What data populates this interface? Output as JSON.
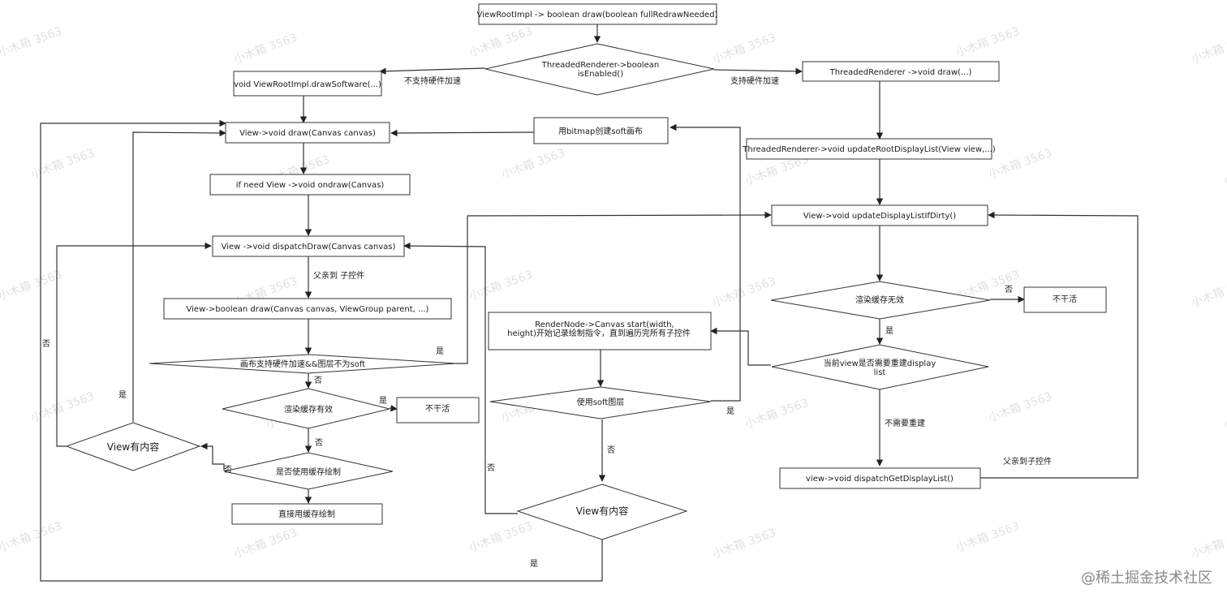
{
  "nodes": {
    "root_draw": "ViewRootImpl -> boolean draw(boolean fullRedrawNeeded)",
    "threaded_enabled": [
      "ThreadedRenderer->boolean",
      "isEnabled()"
    ],
    "draw_software": "void ViewRootImpl.drawSoftware(...)",
    "threaded_draw": "ThreadedRenderer ->void draw(...)",
    "view_draw": "View->void draw(Canvas canvas)",
    "bitmap_canvas": "用bitmap创建soft画布",
    "update_root_dl": "ThreadedRenderer->void updateRootDisplayList(View view,...)",
    "on_draw": "if need View ->void ondraw(Canvas)",
    "update_dl_dirty": "View->void updateDisplayListIfDirty()",
    "dispatch_draw": "View ->void dispatchDraw(Canvas canvas)",
    "child_draw": "View->boolean draw(Canvas canvas, ViewGroup parent, ...)",
    "hw_accel_check": "画布支持硬件加速&&图层不为soft",
    "render_cache_invalid": "渲染缓存无效",
    "do_nothing_right": "不干活",
    "rendernode_start": [
      "RenderNode->Canvas start(width,",
      "height)开始记录绘制指令，直到遍历完所有子控件"
    ],
    "need_rebuild": [
      "当前view是否需要重建display",
      "list"
    ],
    "use_soft_layer": "使用soft图层",
    "render_cache_valid": "渲染缓存有效",
    "do_nothing_left": "不干活",
    "view_has_content_left": "View有内容",
    "use_cache_draw": "是否使用缓存绘制",
    "dispatch_get_dl": "view->void  dispatchGetDisplayList()",
    "direct_cache_draw": "直接用缓存绘制",
    "view_has_content_mid": "View有内容"
  },
  "edge_labels": {
    "no_hw_accel": "不支持硬件加速",
    "hw_accel": "支持硬件加速",
    "parent_to_child_1": "父亲到 子控件",
    "yes_hw_right": "是",
    "no_hw_below": "否",
    "yes_cache_valid": "是",
    "no_cache_valid": "否",
    "no_use_cache": "否",
    "yes_content_left": "是",
    "no_content_left": "否",
    "no_cache_invalid": "否",
    "yes_cache_invalid": "是",
    "yes_soft_layer": "是",
    "no_soft_layer": "否",
    "no_content_mid": "否",
    "yes_content_mid": "是",
    "no_need_rebuild": "不需要重建",
    "parent_to_child_2": "父亲到子控件"
  },
  "watermark": "小木箱 3563",
  "credit": "@稀土掘金技术社区"
}
